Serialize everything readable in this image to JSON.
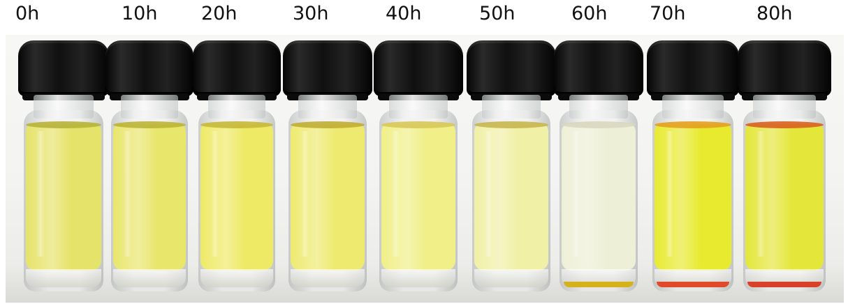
{
  "labels": [
    "0h",
    "10h",
    "20h",
    "30h",
    "40h",
    "50h",
    "60h",
    "70h",
    "80h"
  ],
  "vials": [
    {
      "label": "0h",
      "liquid_color": "#e6e36a",
      "meniscus_color": "#b8b23a",
      "sediment_color": ""
    },
    {
      "label": "10h",
      "liquid_color": "#e9e66c",
      "meniscus_color": "#bcb437",
      "sediment_color": ""
    },
    {
      "label": "20h",
      "liquid_color": "#eeea66",
      "meniscus_color": "#c8b83a",
      "sediment_color": ""
    },
    {
      "label": "30h",
      "liquid_color": "#eeea70",
      "meniscus_color": "#c0ad34",
      "sediment_color": ""
    },
    {
      "label": "40h",
      "liquid_color": "#f0ef88",
      "meniscus_color": "#d8c85a",
      "sediment_color": ""
    },
    {
      "label": "50h",
      "liquid_color": "#f0f0a6",
      "meniscus_color": "#c8b650",
      "sediment_color": ""
    },
    {
      "label": "60h",
      "liquid_color": "#edefd6",
      "meniscus_color": "#d8d8c0",
      "sediment_color": "#d6b21a"
    },
    {
      "label": "70h",
      "liquid_color": "#e8ea30",
      "meniscus_color": "#e4a020",
      "sediment_color": "#e04a2a"
    },
    {
      "label": "80h",
      "liquid_color": "#e4e63a",
      "meniscus_color": "#d86020",
      "sediment_color": "#d8402a"
    }
  ]
}
